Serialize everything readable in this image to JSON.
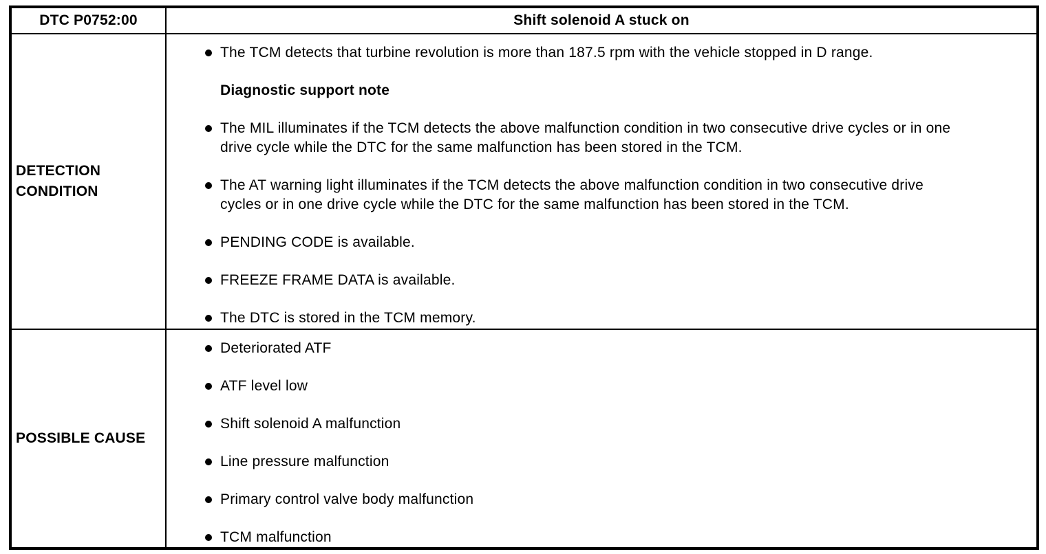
{
  "doc": {
    "header": {
      "code": "DTC P0752:00",
      "title": "Shift solenoid A stuck on"
    },
    "sections": [
      {
        "label": "DETECTION CONDITION",
        "items": [
          {
            "type": "bullet",
            "text": "The TCM detects that turbine revolution is more than 187.5 rpm with the vehicle stopped in D range."
          },
          {
            "type": "subheading",
            "text": "Diagnostic support note"
          },
          {
            "type": "bullet",
            "text": "The MIL illuminates if the TCM detects the above malfunction condition in two consecutive drive cycles or in one drive cycle while the DTC for the same malfunction has been stored in the TCM."
          },
          {
            "type": "bullet",
            "text": "The AT warning light illuminates if the TCM detects the above malfunction condition in two consecutive drive cycles or in one drive cycle while the DTC for the same malfunction has been stored in the TCM."
          },
          {
            "type": "bullet",
            "text": "PENDING CODE is available."
          },
          {
            "type": "bullet",
            "text": "FREEZE FRAME DATA is available."
          },
          {
            "type": "bullet",
            "text": "The DTC is stored in the TCM memory."
          }
        ]
      },
      {
        "label": "POSSIBLE CAUSE",
        "items": [
          {
            "type": "bullet",
            "text": "Deteriorated ATF"
          },
          {
            "type": "bullet",
            "text": "ATF level low"
          },
          {
            "type": "bullet",
            "text": "Shift solenoid A malfunction"
          },
          {
            "type": "bullet",
            "text": "Line pressure malfunction"
          },
          {
            "type": "bullet",
            "text": "Primary control valve body malfunction"
          },
          {
            "type": "bullet",
            "text": "TCM malfunction"
          }
        ]
      }
    ]
  },
  "colors": {
    "border": "#000000",
    "background": "#ffffff",
    "text": "#000000"
  }
}
